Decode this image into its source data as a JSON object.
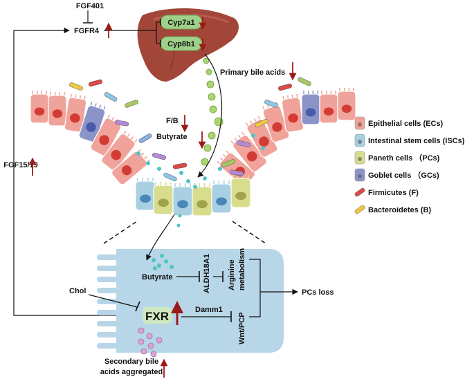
{
  "colors": {
    "liver": "#a3463a",
    "enzyme_box": "#9fd089",
    "bile_dot": "#a9d66f",
    "epithelial": "#f0a39a",
    "epithelial_nucleus": "#d23c34",
    "stem": "#a8cfe2",
    "paneth": "#d8dd8e",
    "goblet": "#8b94c8",
    "cell_panel": "#b7d6e7",
    "fxr_box": "#cfe8c0",
    "arrow_red": "#9c1a1a",
    "butyrate_dot": "#4fc4c4",
    "secondary_bile_dot": "#d9a4d9"
  },
  "labels": {
    "fgf401": "FGF401",
    "fgfr4": "FGFR4",
    "cyp7a1": "Cyp7a1",
    "cyp8b1": "Cyp8b1",
    "primary_bile_acids": "Primary bile acids",
    "fb": "F/B",
    "butyrate_lumen": "Butyrate",
    "fgf1519": "FGF15/19",
    "chol": "Chol",
    "butyrate_cell": "Butyrate",
    "aldh18a1": "ALDH18A1",
    "arginine": "Arginine",
    "metabolism": "metabolism",
    "wnt_pcp": "Wnt/PCP",
    "damm1": "Damm1",
    "fxr": "FXR",
    "pcs_loss": "PCs loss",
    "secondary_bile_line1": "Secondary bile",
    "secondary_bile_line2": "acids aggregated"
  },
  "legend": [
    {
      "label": "Epithelial cells (ECs)",
      "icon": "epithelial-cell-icon"
    },
    {
      "label": "Intestinal stem cells (ISCs)",
      "icon": "stem-cell-icon"
    },
    {
      "label": "Paneth cells （PCs)",
      "icon": "paneth-cell-icon"
    },
    {
      "label": "Goblet cells （GCs)",
      "icon": "goblet-cell-icon"
    },
    {
      "label": "Firmicutes (F)",
      "icon": "firmicutes-icon"
    },
    {
      "label": "Bacteroidetes (B)",
      "icon": "bacteroidetes-icon"
    }
  ]
}
